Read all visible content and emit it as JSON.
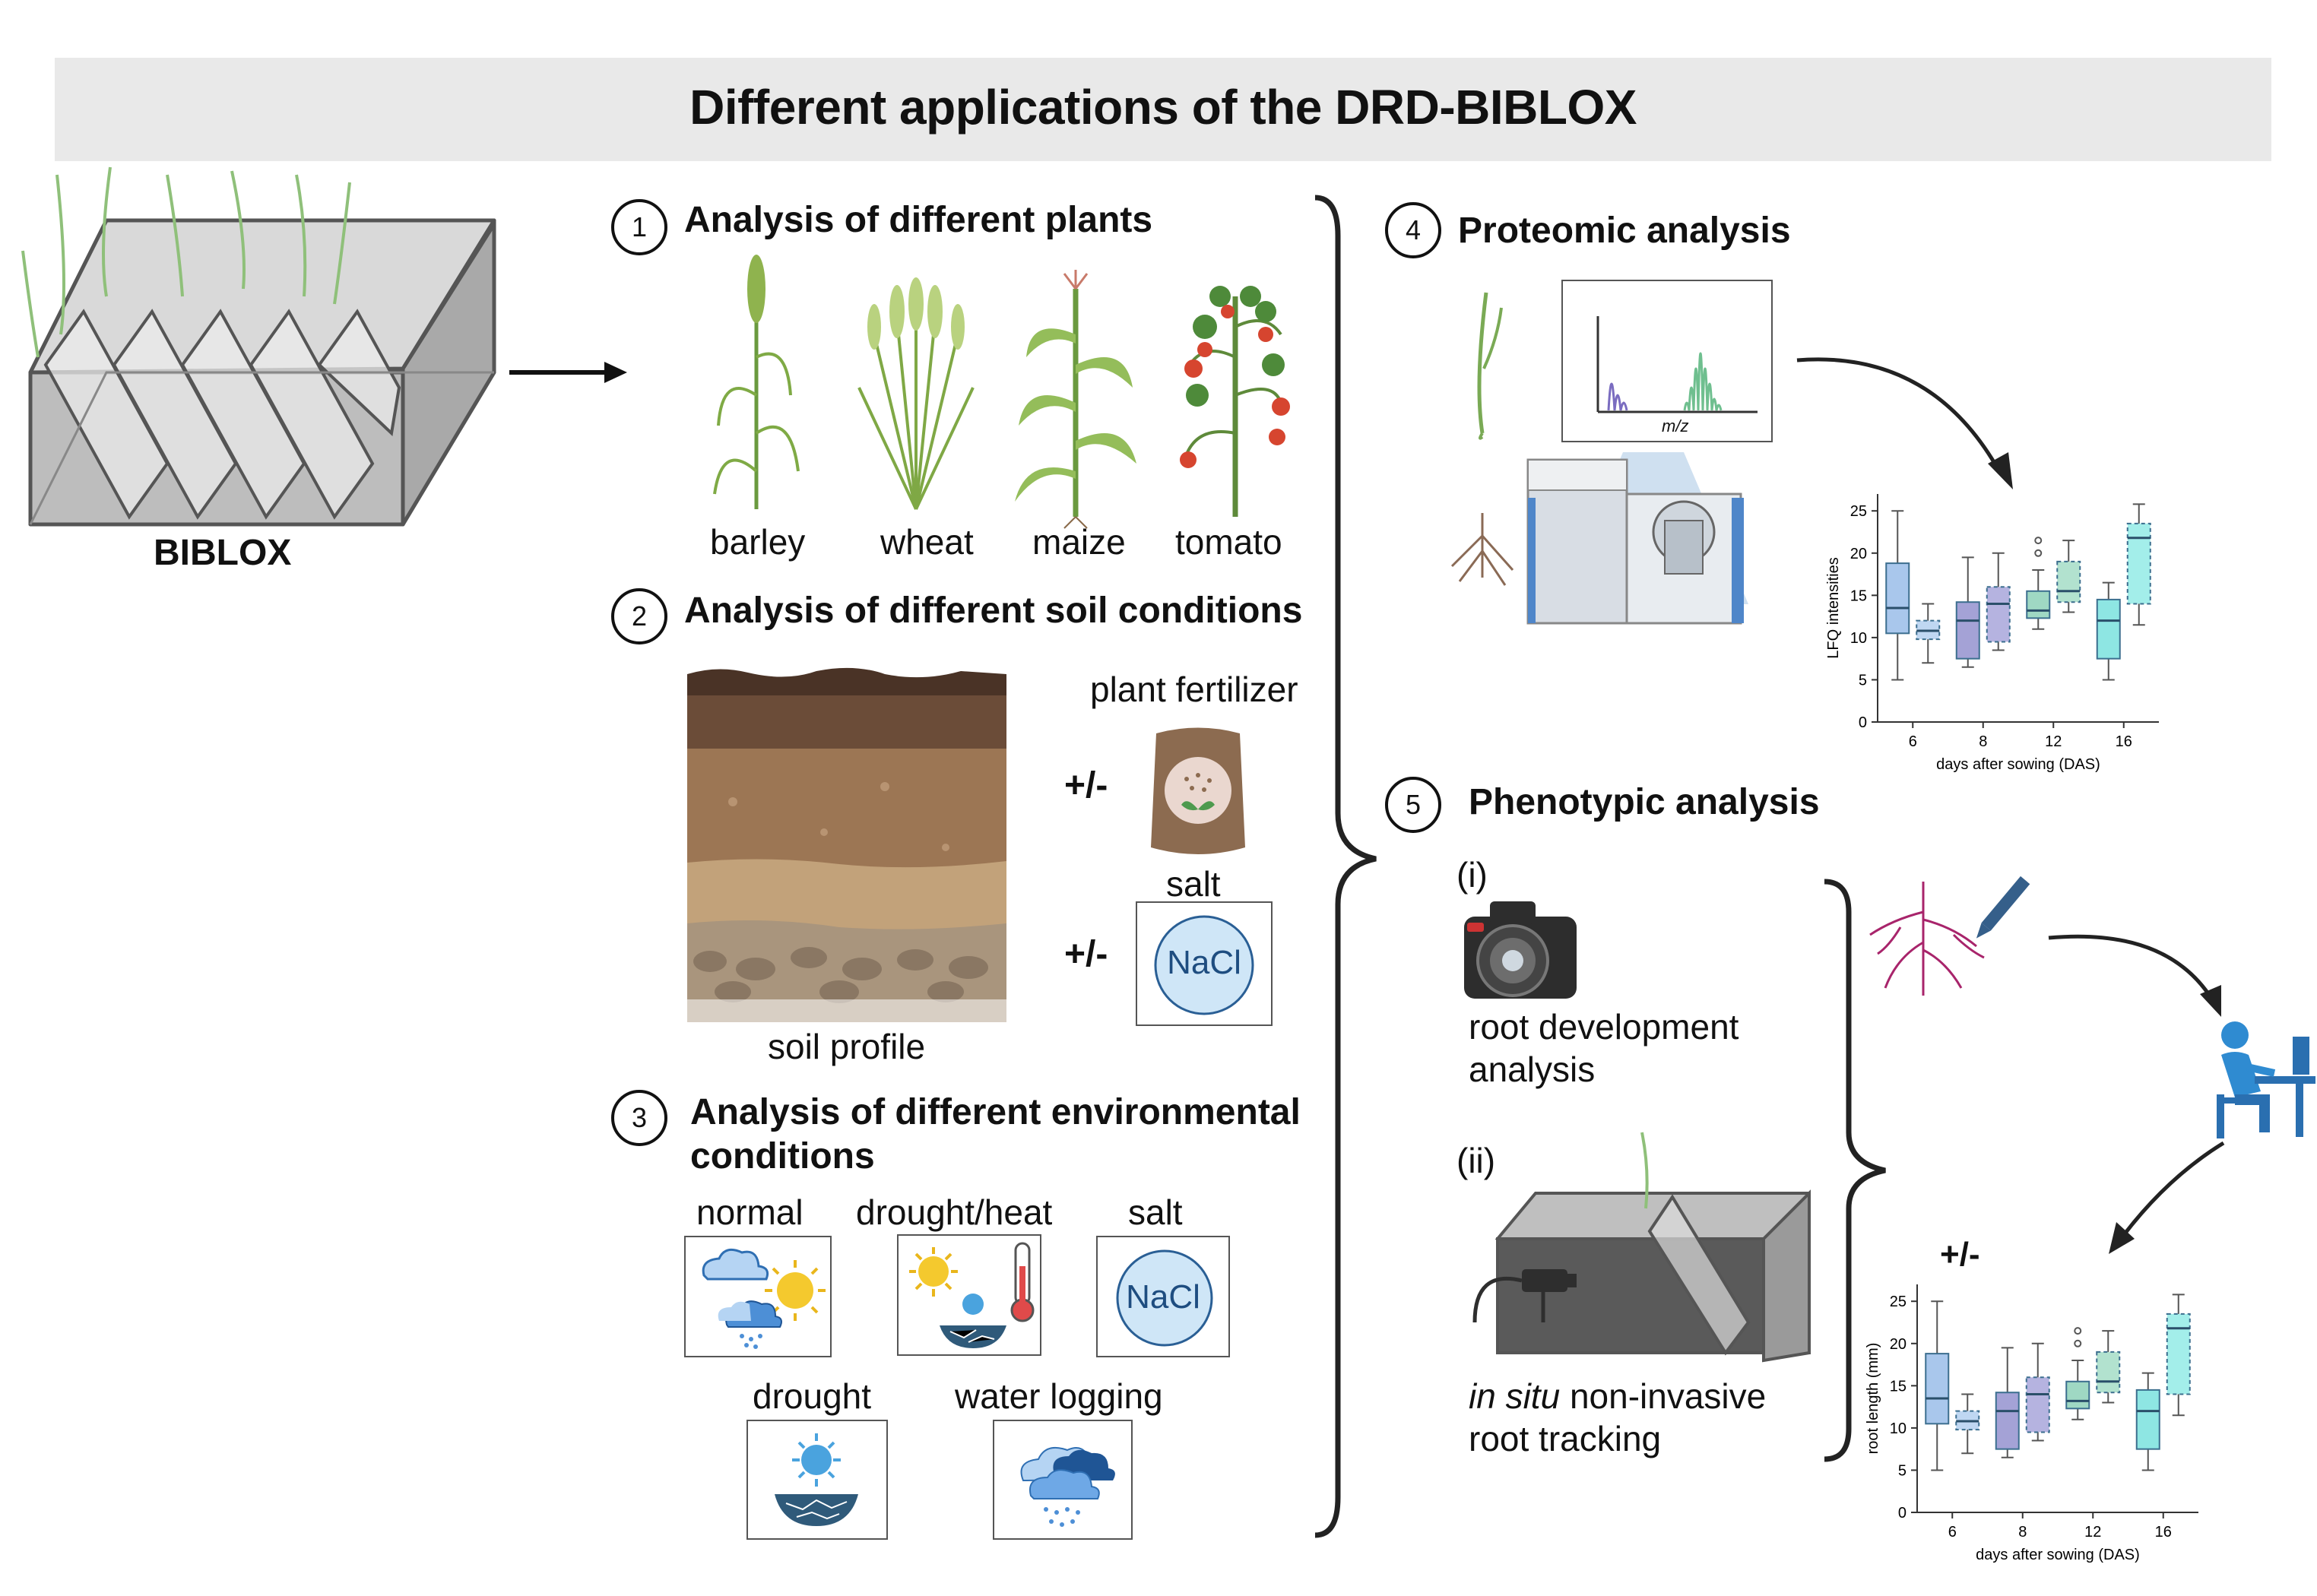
{
  "title": "Different applications of the DRD-BIBLOX",
  "biblox_label": "BIBLOX",
  "sections": {
    "s1": {
      "num": "1",
      "title": "Analysis of different plants",
      "plants": [
        "barley",
        "wheat",
        "maize",
        "tomato"
      ]
    },
    "s2": {
      "num": "2",
      "title": "Analysis of different soil conditions",
      "soil_label": "soil profile",
      "fertilizer_label": "plant fertilizer",
      "salt_label": "salt",
      "nacl": "NaCl",
      "plusminus": "+/-"
    },
    "s3": {
      "num": "3",
      "title_line1": "Analysis of different environmental",
      "title_line2": "conditions",
      "conditions": [
        "normal",
        "drought/heat",
        "salt",
        "drought",
        "water logging"
      ],
      "nacl": "NaCl"
    },
    "s4": {
      "num": "4",
      "title": "Proteomic analysis",
      "mz_label": "m/z"
    },
    "s5": {
      "num": "5",
      "title": "Phenotypic analysis",
      "i_label": "(i)",
      "i_text_line1": "root development",
      "i_text_line2": "analysis",
      "ii_label": "(ii)",
      "ii_text_italic": "in situ",
      "ii_text_rest": " non-invasive",
      "ii_text_line2": "root tracking",
      "plusminus": "+/-"
    }
  },
  "chart_data": [
    {
      "type": "box",
      "xlabel": "days after sowing (DAS)",
      "ylabel": "LFQ intensities",
      "x_ticks": [
        "6",
        "8",
        "12",
        "16"
      ],
      "y_ticks": [
        "0",
        "5",
        "10",
        "15",
        "20",
        "25"
      ],
      "ylim": [
        0,
        27
      ],
      "boxes": [
        {
          "day": "6",
          "min": 5,
          "q1": 10.5,
          "median": 13.5,
          "q3": 18.8,
          "max": 25,
          "color": "#a9c7ec",
          "dashed": false
        },
        {
          "day": "6",
          "min": 7,
          "q1": 9.8,
          "median": 10.8,
          "q3": 12,
          "max": 14,
          "color": "#bfd7f2",
          "dashed": true
        },
        {
          "day": "8",
          "min": 6.5,
          "q1": 7.5,
          "median": 12,
          "q3": 14.2,
          "max": 19.5,
          "color": "#a4a2d6",
          "dashed": false
        },
        {
          "day": "8",
          "min": 8.5,
          "q1": 9.5,
          "median": 14,
          "q3": 16,
          "max": 20,
          "color": "#b5b3e0",
          "dashed": true
        },
        {
          "day": "12",
          "min": 11,
          "q1": 12.3,
          "median": 13.2,
          "q3": 15.5,
          "max": 18,
          "outliers": [
            20,
            21.5
          ],
          "color": "#9fd8c3",
          "dashed": false
        },
        {
          "day": "12",
          "min": 13,
          "q1": 14.2,
          "median": 15.5,
          "q3": 19,
          "max": 21.5,
          "color": "#b2e2cf",
          "dashed": true
        },
        {
          "day": "16",
          "min": 5,
          "q1": 7.5,
          "median": 12,
          "q3": 14.5,
          "max": 16.5,
          "color": "#8ee6e3",
          "dashed": false
        },
        {
          "day": "16",
          "min": 11.5,
          "q1": 14,
          "median": 21.8,
          "q3": 23.5,
          "max": 25.8,
          "color": "#a3eeea",
          "dashed": true
        }
      ]
    },
    {
      "type": "box",
      "xlabel": "days after sowing (DAS)",
      "ylabel": "root length (mm)",
      "x_ticks": [
        "6",
        "8",
        "12",
        "16"
      ],
      "y_ticks": [
        "0",
        "5",
        "10",
        "15",
        "20",
        "25"
      ],
      "ylim": [
        0,
        27
      ],
      "boxes": [
        {
          "day": "6",
          "min": 5,
          "q1": 10.5,
          "median": 13.5,
          "q3": 18.8,
          "max": 25,
          "color": "#a9c7ec",
          "dashed": false
        },
        {
          "day": "6",
          "min": 7,
          "q1": 9.8,
          "median": 10.8,
          "q3": 12,
          "max": 14,
          "color": "#bfd7f2",
          "dashed": true
        },
        {
          "day": "8",
          "min": 6.5,
          "q1": 7.5,
          "median": 12,
          "q3": 14.2,
          "max": 19.5,
          "color": "#a4a2d6",
          "dashed": false
        },
        {
          "day": "8",
          "min": 8.5,
          "q1": 9.5,
          "median": 14,
          "q3": 16,
          "max": 20,
          "color": "#b5b3e0",
          "dashed": true
        },
        {
          "day": "12",
          "min": 11,
          "q1": 12.3,
          "median": 13.2,
          "q3": 15.5,
          "max": 18,
          "outliers": [
            20,
            21.5
          ],
          "color": "#9fd8c3",
          "dashed": false
        },
        {
          "day": "12",
          "min": 13,
          "q1": 14.2,
          "median": 15.5,
          "q3": 19,
          "max": 21.5,
          "color": "#b2e2cf",
          "dashed": true
        },
        {
          "day": "16",
          "min": 5,
          "q1": 7.5,
          "median": 12,
          "q3": 14.5,
          "max": 16.5,
          "color": "#8ee6e3",
          "dashed": false
        },
        {
          "day": "16",
          "min": 11.5,
          "q1": 14,
          "median": 21.8,
          "q3": 23.5,
          "max": 25.8,
          "color": "#a3eeea",
          "dashed": true
        }
      ]
    }
  ]
}
